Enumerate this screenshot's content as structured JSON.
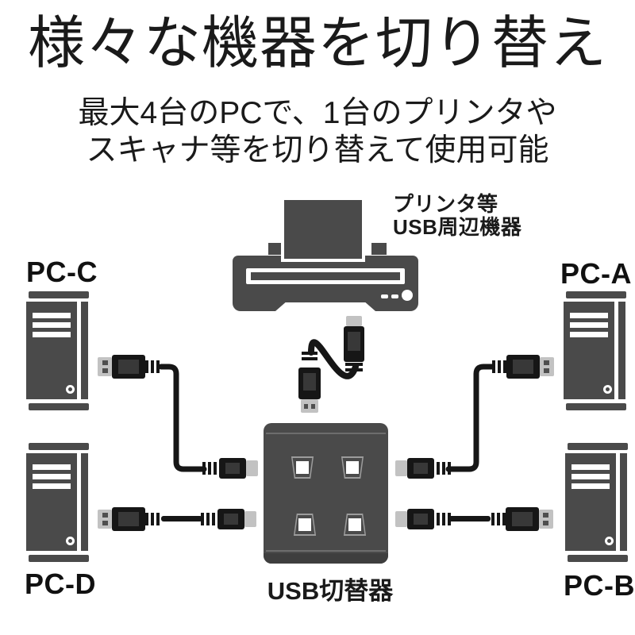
{
  "header": {
    "title": "様々な機器を切り替え",
    "subtitle_line1": "最大4台のPCで、1台のプリンタや",
    "subtitle_line2": "スキャナ等を切り替えて使用可能"
  },
  "diagram": {
    "peripheral_label_line1": "プリンタ等",
    "peripheral_label_line2": "USB周辺機器",
    "switch_label": "USB切替器",
    "switch_port_count": 4,
    "computers": [
      {
        "label": "PC-C",
        "position": "top-left"
      },
      {
        "label": "PC-A",
        "position": "top-right"
      },
      {
        "label": "PC-D",
        "position": "bottom-left"
      },
      {
        "label": "PC-B",
        "position": "bottom-right"
      }
    ],
    "icons": {
      "printer": "printer-icon",
      "pc_tower": "pc-tower-icon",
      "usb_switch": "usb-switch-icon",
      "usb_cable": "usb-cable-icon",
      "usb_a_connector": "usb-a-connector-icon",
      "usb_b_connector": "usb-b-connector-icon"
    },
    "colors": {
      "device_gray": "#4a4a4a",
      "cable_black": "#161616",
      "connector_tip_gray": "#c2c2c2",
      "text_black": "#1a1a1a",
      "background": "#ffffff"
    }
  }
}
